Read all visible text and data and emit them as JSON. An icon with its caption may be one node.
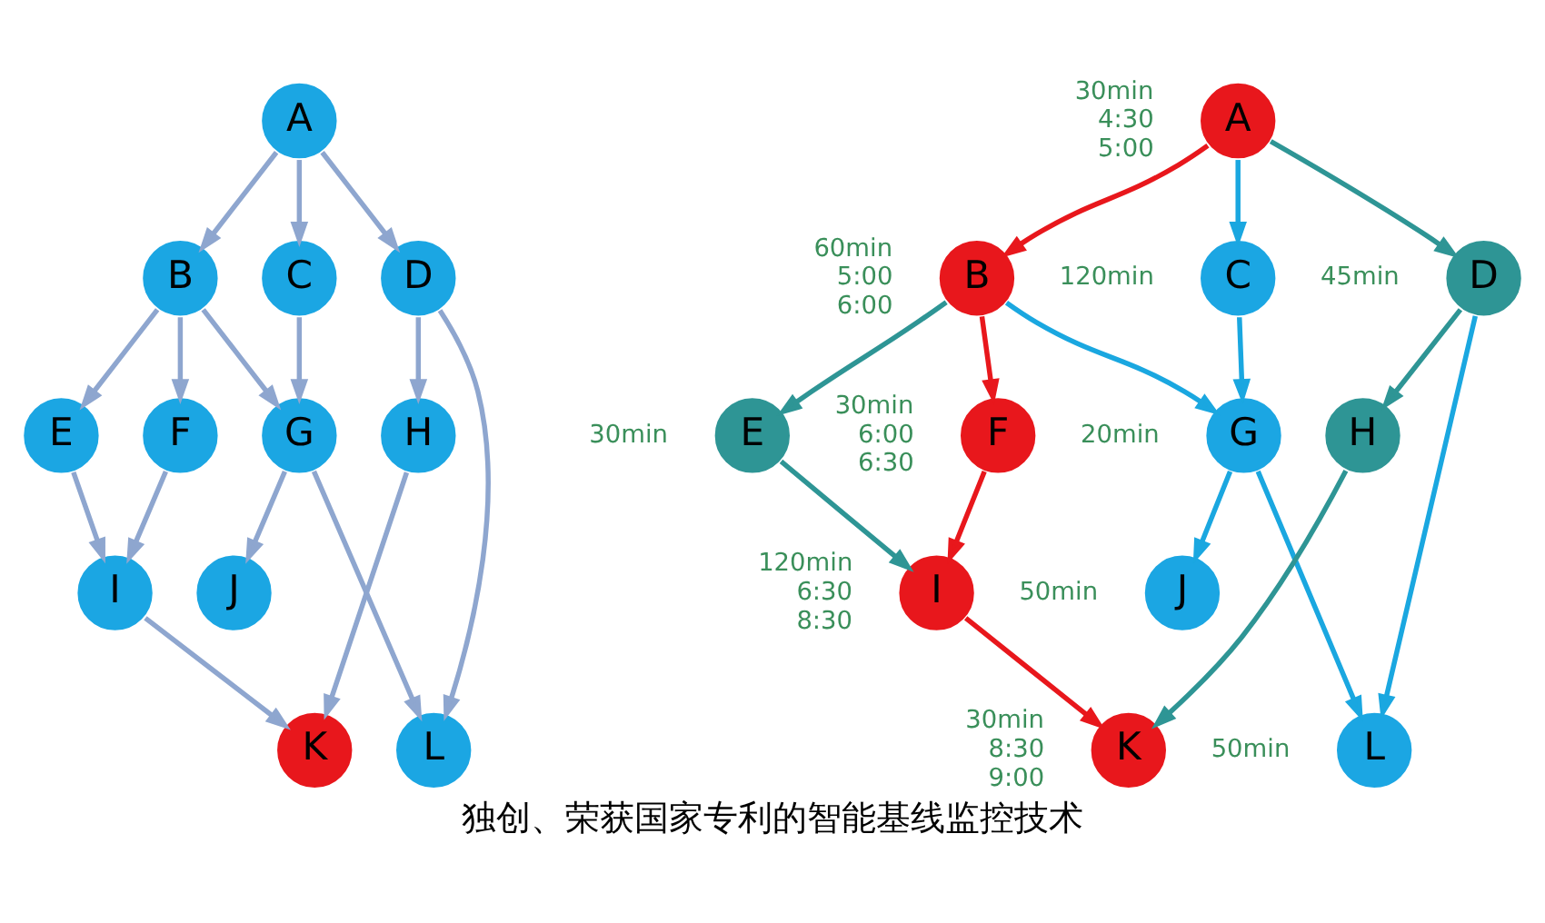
{
  "diagram": {
    "caption": "独创、荣获国家专利的智能基线监控技术",
    "nodes": [
      {
        "text": [
          "A"
        ]
      },
      {
        "text": [
          "B"
        ]
      },
      {
        "text": [
          "C"
        ]
      },
      {
        "text": [
          "D"
        ]
      },
      {
        "text": [
          "E"
        ]
      },
      {
        "text": [
          "F"
        ]
      },
      {
        "text": [
          "G"
        ]
      },
      {
        "text": [
          "H"
        ]
      },
      {
        "text": [
          "I"
        ]
      },
      {
        "text": [
          "J"
        ]
      },
      {
        "text": [
          "K"
        ]
      },
      {
        "text": [
          "L"
        ]
      },
      {
        "text": [
          "A"
        ],
        "beside": [
          "30min",
          "4:30",
          "5:00"
        ]
      },
      {
        "text": [
          "B"
        ],
        "beside": [
          "60min",
          "5:00",
          "6:00"
        ]
      },
      {
        "text": [
          "C"
        ],
        "beside": [
          "120min"
        ]
      },
      {
        "text": [
          "D"
        ],
        "beside": [
          "45min"
        ]
      },
      {
        "text": [
          "E"
        ],
        "beside": [
          "30min"
        ]
      },
      {
        "text": [
          "F"
        ],
        "beside": [
          "30min",
          "6:00",
          "6:30"
        ]
      },
      {
        "text": [
          "G"
        ],
        "beside": [
          "20min"
        ]
      },
      {
        "text": [
          "H"
        ]
      },
      {
        "text": [
          "I"
        ],
        "beside": [
          "120min",
          "6:30",
          "8:30"
        ]
      },
      {
        "text": [
          "J"
        ],
        "beside": [
          "50min"
        ]
      },
      {
        "text": [
          "K"
        ],
        "beside": [
          "30min",
          "8:30",
          "9:00"
        ]
      },
      {
        "text": [
          "L"
        ],
        "beside": [
          "50min"
        ]
      }
    ],
    "edges": [
      {
        "from": 0,
        "to": 1,
        "arrow": "to"
      },
      {
        "from": 0,
        "to": 2,
        "arrow": "to"
      },
      {
        "from": 0,
        "to": 3,
        "arrow": "to"
      },
      {
        "from": 1,
        "to": 4,
        "arrow": "to"
      },
      {
        "from": 1,
        "to": 5,
        "arrow": "to"
      },
      {
        "from": 1,
        "to": 6,
        "arrow": "to"
      },
      {
        "from": 2,
        "to": 6,
        "arrow": "to"
      },
      {
        "from": 3,
        "to": 7,
        "arrow": "to"
      },
      {
        "from": 3,
        "to": 11,
        "arrow": "to"
      },
      {
        "from": 4,
        "to": 8,
        "arrow": "to"
      },
      {
        "from": 5,
        "to": 8,
        "arrow": "to"
      },
      {
        "from": 6,
        "to": 9,
        "arrow": "to"
      },
      {
        "from": 6,
        "to": 11,
        "arrow": "to"
      },
      {
        "from": 7,
        "to": 10,
        "arrow": "to"
      },
      {
        "from": 8,
        "to": 10,
        "arrow": "to"
      },
      {
        "from": 12,
        "to": 13,
        "arrow": "to",
        "color": "#e8171c"
      },
      {
        "from": 12,
        "to": 14,
        "arrow": "to",
        "color": "#1aa7e0"
      },
      {
        "from": 12,
        "to": 15,
        "arrow": "to",
        "color": "#2e9595"
      },
      {
        "from": 13,
        "to": 16,
        "arrow": "to",
        "color": "#2e9595"
      },
      {
        "from": 13,
        "to": 17,
        "arrow": "to",
        "color": "#e8171c"
      },
      {
        "from": 13,
        "to": 18,
        "arrow": "to",
        "color": "#1aa7e0"
      },
      {
        "from": 14,
        "to": 18,
        "arrow": "to",
        "color": "#1aa7e0"
      },
      {
        "from": 15,
        "to": 19,
        "arrow": "to",
        "color": "#2e9595"
      },
      {
        "from": 15,
        "to": 23,
        "arrow": "to",
        "color": "#1aa7e0"
      },
      {
        "from": 16,
        "to": 20,
        "arrow": "to",
        "color": "#2e9595"
      },
      {
        "from": 17,
        "to": 20,
        "arrow": "to",
        "color": "#e8171c"
      },
      {
        "from": 18,
        "to": 21,
        "arrow": "to",
        "color": "#1aa7e0"
      },
      {
        "from": 18,
        "to": 23,
        "arrow": "to",
        "color": "#1aa7e0"
      },
      {
        "from": 19,
        "to": 22,
        "arrow": "to",
        "color": "#2e9595"
      },
      {
        "from": 20,
        "to": 22,
        "arrow": "to",
        "color": "#e8171c"
      }
    ]
  }
}
